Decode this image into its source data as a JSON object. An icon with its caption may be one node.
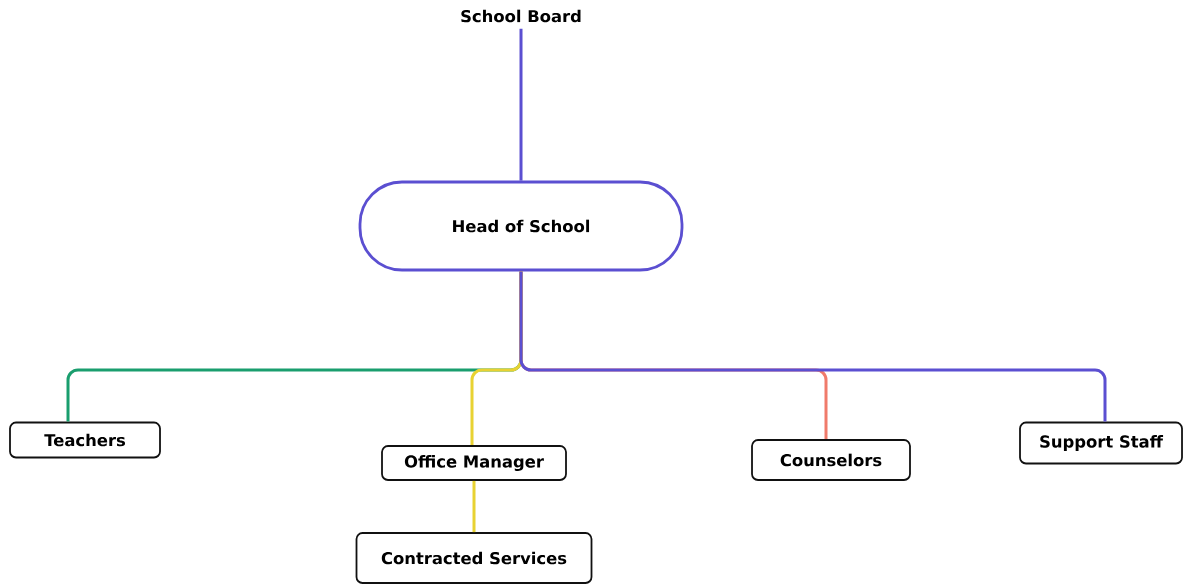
{
  "diagram": {
    "nodes": [
      {
        "text": [
          "School Board"
        ]
      },
      {
        "text": [
          "Head of School"
        ]
      },
      {
        "text": [
          "Teachers"
        ]
      },
      {
        "text": [
          "Office Manager"
        ]
      },
      {
        "text": [
          "Counselors"
        ]
      },
      {
        "text": [
          "Support Staff"
        ]
      },
      {
        "text": [
          "Contracted Services"
        ]
      }
    ],
    "edges": [
      {
        "from": 0,
        "to": 1,
        "arrow": "none",
        "color": "#5b4fd1"
      },
      {
        "from": 1,
        "to": 2,
        "arrow": "none",
        "color": "#1a9e6e"
      },
      {
        "from": 1,
        "to": 3,
        "arrow": "none",
        "color": "#e8d232"
      },
      {
        "from": 1,
        "to": 4,
        "arrow": "none",
        "color": "#f07b6b"
      },
      {
        "from": 1,
        "to": 5,
        "arrow": "none",
        "color": "#5b4fd1"
      },
      {
        "from": 3,
        "to": 6,
        "arrow": "none",
        "color": "#e8d232"
      }
    ]
  }
}
